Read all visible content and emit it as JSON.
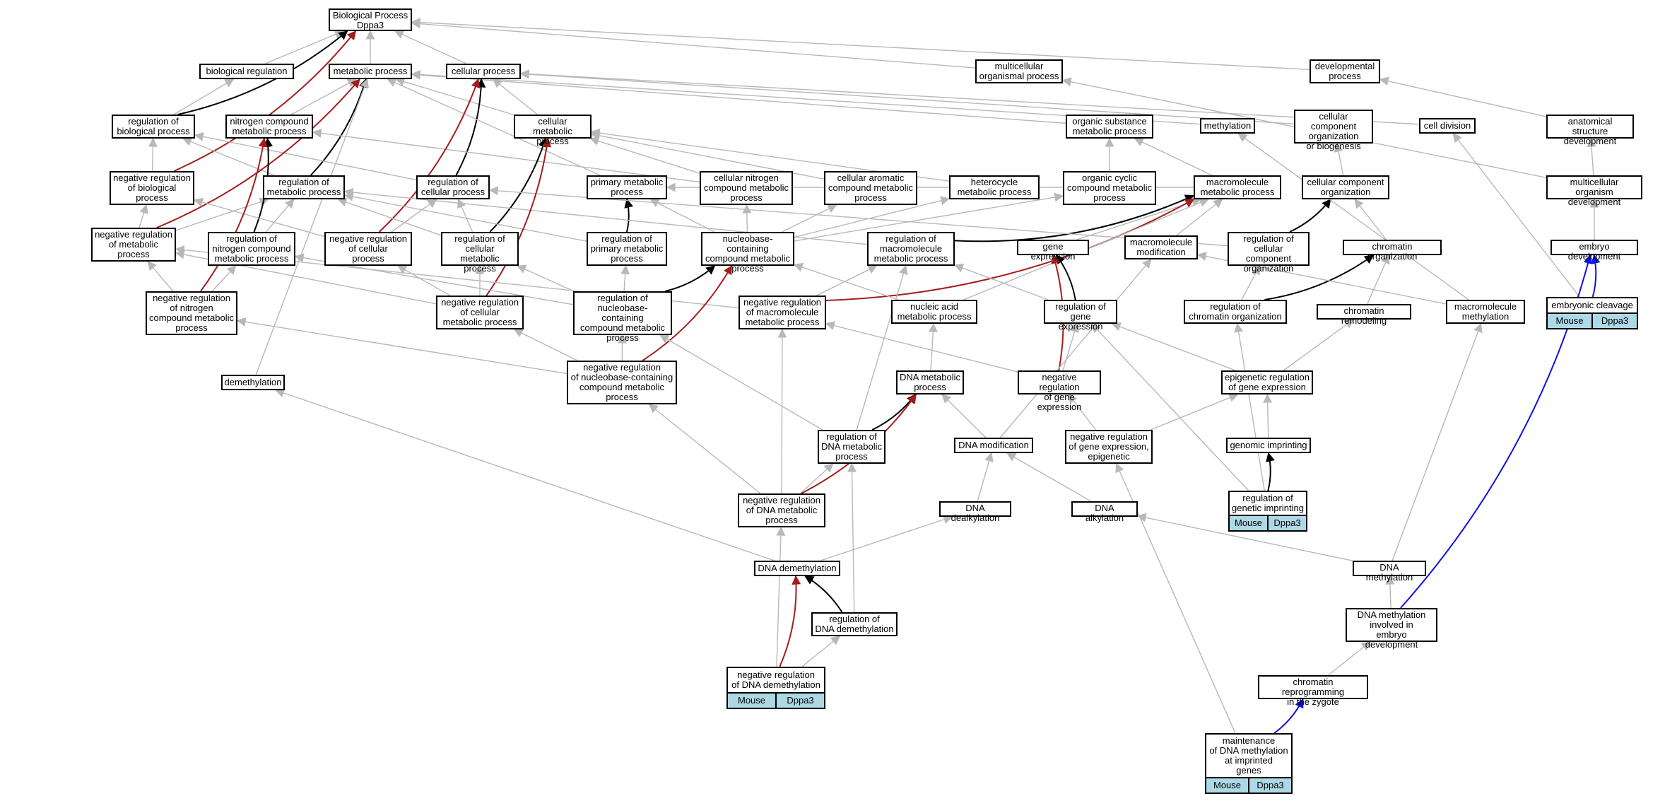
{
  "colors": {
    "is_a": "#b8b8b8",
    "positively_regulates": "#000000",
    "negatively_regulates": "#a51c1c",
    "part_of": "#1010e0",
    "annotation_fill": "#add8e6"
  },
  "annotation": {
    "organism": "Mouse",
    "gene": "Dppa3"
  },
  "nodes": [
    {
      "id": "bp",
      "label": "Biological Process\nDppa3"
    },
    {
      "id": "biol_reg",
      "label": "biological regulation"
    },
    {
      "id": "metab",
      "label": "metabolic process"
    },
    {
      "id": "cellproc",
      "label": "cellular process"
    },
    {
      "id": "mcorg",
      "label": "multicellular\norganismal process"
    },
    {
      "id": "devproc",
      "label": "developmental\nprocess"
    },
    {
      "id": "reg_biol",
      "label": "regulation of\nbiological process"
    },
    {
      "id": "nitro",
      "label": "nitrogen compound\nmetabolic process"
    },
    {
      "id": "cellmetab",
      "label": "cellular metabolic\nprocess"
    },
    {
      "id": "orgsub",
      "label": "organic substance\nmetabolic process"
    },
    {
      "id": "methyl",
      "label": "methylation"
    },
    {
      "id": "ccorg_bio",
      "label": "cellular component\norganization\nor biogenesis"
    },
    {
      "id": "celldiv",
      "label": "cell division"
    },
    {
      "id": "anat",
      "label": "anatomical structure\ndevelopment"
    },
    {
      "id": "negreg_biol",
      "label": "negative regulation\nof biological\nprocess"
    },
    {
      "id": "reg_metab",
      "label": "regulation of\nmetabolic process"
    },
    {
      "id": "reg_cell",
      "label": "regulation of\ncellular process"
    },
    {
      "id": "primary",
      "label": "primary metabolic\nprocess"
    },
    {
      "id": "cellnitro",
      "label": "cellular nitrogen\ncompound metabolic\nprocess"
    },
    {
      "id": "cellarom",
      "label": "cellular aromatic\ncompound metabolic\nprocess"
    },
    {
      "id": "hetero",
      "label": "heterocycle\nmetabolic process"
    },
    {
      "id": "orgcyc",
      "label": "organic cyclic\ncompound metabolic\nprocess"
    },
    {
      "id": "macro",
      "label": "macromolecule\nmetabolic process"
    },
    {
      "id": "ccorg",
      "label": "cellular component\norganization"
    },
    {
      "id": "mcdev",
      "label": "multicellular\norganism development"
    },
    {
      "id": "negreg_metab",
      "label": "negative regulation\nof metabolic\nprocess"
    },
    {
      "id": "reg_nitro",
      "label": "regulation of\nnitrogen compound\nmetabolic process"
    },
    {
      "id": "negreg_cell",
      "label": "negative regulation\nof cellular\nprocess"
    },
    {
      "id": "reg_cellmetab",
      "label": "regulation of\ncellular metabolic\nprocess"
    },
    {
      "id": "reg_primary",
      "label": "regulation of\nprimary metabolic\nprocess"
    },
    {
      "id": "nucbase",
      "label": "nucleobase-containing\ncompound metabolic\nprocess"
    },
    {
      "id": "reg_macro",
      "label": "regulation of\nmacromolecule\nmetabolic process"
    },
    {
      "id": "geneexp",
      "label": "gene expression"
    },
    {
      "id": "macromod",
      "label": "macromolecule\nmodification"
    },
    {
      "id": "reg_ccorg",
      "label": "regulation of\ncellular component\norganization"
    },
    {
      "id": "chromorg",
      "label": "chromatin organization"
    },
    {
      "id": "embdev",
      "label": "embryo development"
    },
    {
      "id": "negreg_nitro",
      "label": "negative regulation\nof nitrogen\ncompound metabolic\nprocess"
    },
    {
      "id": "negreg_cellmetab",
      "label": "negative regulation\nof cellular\nmetabolic process"
    },
    {
      "id": "reg_nucbase",
      "label": "regulation of\nnucleobase-containing\ncompound metabolic\nprocess"
    },
    {
      "id": "negreg_macro",
      "label": "negative regulation\nof macromolecule\nmetabolic process"
    },
    {
      "id": "nucacid",
      "label": "nucleic acid\nmetabolic process"
    },
    {
      "id": "reg_geneexp",
      "label": "regulation of\ngene expression"
    },
    {
      "id": "reg_chromorg",
      "label": "regulation of\nchromatin organization"
    },
    {
      "id": "chromremod",
      "label": "chromatin remodeling"
    },
    {
      "id": "macromethyl",
      "label": "macromolecule\nmethylation"
    },
    {
      "id": "embcleav",
      "label": "embryonic cleavage",
      "annotated": true
    },
    {
      "id": "demeth",
      "label": "demethylation"
    },
    {
      "id": "negreg_nucbase",
      "label": "negative regulation\nof nucleobase-containing\ncompound metabolic\nprocess"
    },
    {
      "id": "dnametab",
      "label": "DNA metabolic\nprocess"
    },
    {
      "id": "negreg_geneexp",
      "label": "negative regulation\nof gene expression"
    },
    {
      "id": "epigen",
      "label": "epigenetic regulation\nof gene expression"
    },
    {
      "id": "reg_dnametab",
      "label": "regulation of\nDNA metabolic\nprocess"
    },
    {
      "id": "dnamod",
      "label": "DNA modification"
    },
    {
      "id": "negreg_geneexp_epi",
      "label": "negative regulation\nof gene expression,\nepigenetic"
    },
    {
      "id": "genimprint",
      "label": "genomic imprinting"
    },
    {
      "id": "negreg_dnametab",
      "label": "negative regulation\nof DNA metabolic\nprocess"
    },
    {
      "id": "dnadealk",
      "label": "DNA dealkylation"
    },
    {
      "id": "dnaalk",
      "label": "DNA alkylation"
    },
    {
      "id": "reg_genimprint",
      "label": "regulation of\ngenetic imprinting",
      "annotated": true
    },
    {
      "id": "dnademeth",
      "label": "DNA demethylation"
    },
    {
      "id": "dnamethyl",
      "label": "DNA methylation"
    },
    {
      "id": "reg_dnademeth",
      "label": "regulation of\nDNA demethylation"
    },
    {
      "id": "dnamethyl_emb",
      "label": "DNA methylation\ninvolved in\nembryo development"
    },
    {
      "id": "negreg_dnademeth",
      "label": "negative regulation\nof DNA demethylation",
      "annotated": true
    },
    {
      "id": "chromrepro",
      "label": "chromatin reprogramming\nin the zygote"
    },
    {
      "id": "maint",
      "label": "maintenance\nof DNA methylation\nat imprinted\ngenes",
      "annotated": true
    }
  ],
  "edges": [
    {
      "from": "biol_reg",
      "to": "bp",
      "type": "is_a"
    },
    {
      "from": "metab",
      "to": "bp",
      "type": "is_a"
    },
    {
      "from": "cellproc",
      "to": "bp",
      "type": "is_a"
    },
    {
      "from": "mcorg",
      "to": "bp",
      "type": "is_a"
    },
    {
      "from": "devproc",
      "to": "bp",
      "type": "is_a"
    },
    {
      "from": "reg_biol",
      "to": "biol_reg",
      "type": "is_a"
    },
    {
      "from": "reg_biol",
      "to": "bp",
      "type": "positively_regulates"
    },
    {
      "from": "negreg_biol",
      "to": "reg_biol",
      "type": "is_a"
    },
    {
      "from": "negreg_biol",
      "to": "bp",
      "type": "negatively_regulates"
    },
    {
      "from": "nitro",
      "to": "metab",
      "type": "is_a"
    },
    {
      "from": "cellmetab",
      "to": "metab",
      "type": "is_a"
    },
    {
      "from": "cellmetab",
      "to": "cellproc",
      "type": "is_a"
    },
    {
      "from": "orgsub",
      "to": "metab",
      "type": "is_a"
    },
    {
      "from": "methyl",
      "to": "metab",
      "type": "is_a"
    },
    {
      "from": "ccorg_bio",
      "to": "cellproc",
      "type": "is_a"
    },
    {
      "from": "celldiv",
      "to": "cellproc",
      "type": "is_a"
    },
    {
      "from": "anat",
      "to": "devproc",
      "type": "is_a"
    },
    {
      "from": "mcdev",
      "to": "mcorg",
      "type": "is_a"
    },
    {
      "from": "mcdev",
      "to": "anat",
      "type": "is_a"
    },
    {
      "from": "embdev",
      "to": "mcdev",
      "type": "is_a"
    },
    {
      "from": "reg_metab",
      "to": "reg_biol",
      "type": "is_a"
    },
    {
      "from": "reg_metab",
      "to": "metab",
      "type": "positively_regulates"
    },
    {
      "from": "reg_cell",
      "to": "reg_biol",
      "type": "is_a"
    },
    {
      "from": "reg_cell",
      "to": "cellproc",
      "type": "positively_regulates"
    },
    {
      "from": "primary",
      "to": "metab",
      "type": "is_a"
    },
    {
      "from": "cellnitro",
      "to": "nitro",
      "type": "is_a"
    },
    {
      "from": "cellnitro",
      "to": "cellmetab",
      "type": "is_a"
    },
    {
      "from": "cellarom",
      "to": "cellmetab",
      "type": "is_a"
    },
    {
      "from": "hetero",
      "to": "cellmetab",
      "type": "is_a"
    },
    {
      "from": "orgcyc",
      "to": "orgsub",
      "type": "is_a"
    },
    {
      "from": "macro",
      "to": "orgsub",
      "type": "is_a"
    },
    {
      "from": "macro",
      "to": "primary",
      "type": "is_a"
    },
    {
      "from": "ccorg",
      "to": "ccorg_bio",
      "type": "is_a"
    },
    {
      "from": "negreg_metab",
      "to": "negreg_biol",
      "type": "is_a"
    },
    {
      "from": "negreg_metab",
      "to": "reg_metab",
      "type": "is_a"
    },
    {
      "from": "negreg_metab",
      "to": "metab",
      "type": "negatively_regulates"
    },
    {
      "from": "reg_nitro",
      "to": "reg_metab",
      "type": "is_a"
    },
    {
      "from": "reg_nitro",
      "to": "nitro",
      "type": "positively_regulates"
    },
    {
      "from": "negreg_cell",
      "to": "negreg_biol",
      "type": "is_a"
    },
    {
      "from": "negreg_cell",
      "to": "reg_cell",
      "type": "is_a"
    },
    {
      "from": "negreg_cell",
      "to": "cellproc",
      "type": "negatively_regulates"
    },
    {
      "from": "reg_cellmetab",
      "to": "reg_metab",
      "type": "is_a"
    },
    {
      "from": "reg_cellmetab",
      "to": "reg_cell",
      "type": "is_a"
    },
    {
      "from": "reg_cellmetab",
      "to": "cellmetab",
      "type": "positively_regulates"
    },
    {
      "from": "reg_primary",
      "to": "reg_metab",
      "type": "is_a"
    },
    {
      "from": "reg_primary",
      "to": "primary",
      "type": "positively_regulates"
    },
    {
      "from": "nucbase",
      "to": "cellnitro",
      "type": "is_a"
    },
    {
      "from": "nucbase",
      "to": "cellarom",
      "type": "is_a"
    },
    {
      "from": "nucbase",
      "to": "hetero",
      "type": "is_a"
    },
    {
      "from": "nucbase",
      "to": "orgcyc",
      "type": "is_a"
    },
    {
      "from": "nucbase",
      "to": "primary",
      "type": "is_a"
    },
    {
      "from": "reg_macro",
      "to": "reg_metab",
      "type": "is_a"
    },
    {
      "from": "reg_macro",
      "to": "macro",
      "type": "positively_regulates"
    },
    {
      "from": "geneexp",
      "to": "macro",
      "type": "is_a"
    },
    {
      "from": "macromod",
      "to": "macro",
      "type": "is_a"
    },
    {
      "from": "reg_ccorg",
      "to": "reg_cell",
      "type": "is_a"
    },
    {
      "from": "reg_ccorg",
      "to": "ccorg",
      "type": "positively_regulates"
    },
    {
      "from": "chromorg",
      "to": "ccorg",
      "type": "is_a"
    },
    {
      "from": "negreg_nitro",
      "to": "negreg_metab",
      "type": "is_a"
    },
    {
      "from": "negreg_nitro",
      "to": "reg_nitro",
      "type": "is_a"
    },
    {
      "from": "negreg_nitro",
      "to": "nitro",
      "type": "negatively_regulates"
    },
    {
      "from": "negreg_cellmetab",
      "to": "negreg_metab",
      "type": "is_a"
    },
    {
      "from": "negreg_cellmetab",
      "to": "negreg_cell",
      "type": "is_a"
    },
    {
      "from": "negreg_cellmetab",
      "to": "reg_cellmetab",
      "type": "is_a"
    },
    {
      "from": "negreg_cellmetab",
      "to": "cellmetab",
      "type": "negatively_regulates"
    },
    {
      "from": "reg_nucbase",
      "to": "reg_cellmetab",
      "type": "is_a"
    },
    {
      "from": "reg_nucbase",
      "to": "reg_primary",
      "type": "is_a"
    },
    {
      "from": "reg_nucbase",
      "to": "reg_nitro",
      "type": "is_a"
    },
    {
      "from": "reg_nucbase",
      "to": "nucbase",
      "type": "positively_regulates"
    },
    {
      "from": "negreg_macro",
      "to": "negreg_metab",
      "type": "is_a"
    },
    {
      "from": "negreg_macro",
      "to": "reg_macro",
      "type": "is_a"
    },
    {
      "from": "negreg_macro",
      "to": "macro",
      "type": "negatively_regulates"
    },
    {
      "from": "nucacid",
      "to": "nucbase",
      "type": "is_a"
    },
    {
      "from": "nucacid",
      "to": "macro",
      "type": "is_a"
    },
    {
      "from": "reg_geneexp",
      "to": "reg_macro",
      "type": "is_a"
    },
    {
      "from": "reg_geneexp",
      "to": "geneexp",
      "type": "positively_regulates"
    },
    {
      "from": "reg_chromorg",
      "to": "reg_ccorg",
      "type": "is_a"
    },
    {
      "from": "reg_chromorg",
      "to": "chromorg",
      "type": "positively_regulates"
    },
    {
      "from": "chromremod",
      "to": "chromorg",
      "type": "is_a"
    },
    {
      "from": "macromethyl",
      "to": "methyl",
      "type": "is_a"
    },
    {
      "from": "macromethyl",
      "to": "macromod",
      "type": "is_a"
    },
    {
      "from": "embcleav",
      "to": "embdev",
      "type": "part_of"
    },
    {
      "from": "embcleav",
      "to": "celldiv",
      "type": "is_a"
    },
    {
      "from": "demeth",
      "to": "metab",
      "type": "is_a"
    },
    {
      "from": "negreg_nucbase",
      "to": "negreg_nitro",
      "type": "is_a"
    },
    {
      "from": "negreg_nucbase",
      "to": "negreg_cellmetab",
      "type": "is_a"
    },
    {
      "from": "negreg_nucbase",
      "to": "reg_nucbase",
      "type": "is_a"
    },
    {
      "from": "negreg_nucbase",
      "to": "nucbase",
      "type": "negatively_regulates"
    },
    {
      "from": "dnametab",
      "to": "nucacid",
      "type": "is_a"
    },
    {
      "from": "negreg_geneexp",
      "to": "negreg_macro",
      "type": "is_a"
    },
    {
      "from": "negreg_geneexp",
      "to": "reg_geneexp",
      "type": "is_a"
    },
    {
      "from": "negreg_geneexp",
      "to": "geneexp",
      "type": "negatively_regulates"
    },
    {
      "from": "epigen",
      "to": "reg_geneexp",
      "type": "is_a"
    },
    {
      "from": "epigen",
      "to": "chromremod",
      "type": "is_a"
    },
    {
      "from": "reg_dnametab",
      "to": "reg_nucbase",
      "type": "is_a"
    },
    {
      "from": "reg_dnametab",
      "to": "reg_macro",
      "type": "is_a"
    },
    {
      "from": "reg_dnametab",
      "to": "dnametab",
      "type": "positively_regulates"
    },
    {
      "from": "dnamod",
      "to": "dnametab",
      "type": "is_a"
    },
    {
      "from": "dnamod",
      "to": "macromod",
      "type": "is_a"
    },
    {
      "from": "negreg_geneexp_epi",
      "to": "negreg_geneexp",
      "type": "is_a"
    },
    {
      "from": "negreg_geneexp_epi",
      "to": "epigen",
      "type": "is_a"
    },
    {
      "from": "genimprint",
      "to": "epigen",
      "type": "is_a"
    },
    {
      "from": "negreg_dnametab",
      "to": "negreg_nucbase",
      "type": "is_a"
    },
    {
      "from": "negreg_dnametab",
      "to": "negreg_macro",
      "type": "is_a"
    },
    {
      "from": "negreg_dnametab",
      "to": "reg_dnametab",
      "type": "is_a"
    },
    {
      "from": "negreg_dnametab",
      "to": "dnametab",
      "type": "negatively_regulates"
    },
    {
      "from": "dnadealk",
      "to": "dnamod",
      "type": "is_a"
    },
    {
      "from": "dnaalk",
      "to": "dnamod",
      "type": "is_a"
    },
    {
      "from": "reg_genimprint",
      "to": "genimprint",
      "type": "positively_regulates"
    },
    {
      "from": "reg_genimprint",
      "to": "reg_geneexp",
      "type": "is_a"
    },
    {
      "from": "reg_genimprint",
      "to": "reg_chromorg",
      "type": "is_a"
    },
    {
      "from": "dnademeth",
      "to": "dnadealk",
      "type": "is_a"
    },
    {
      "from": "dnademeth",
      "to": "demeth",
      "type": "is_a"
    },
    {
      "from": "dnamethyl",
      "to": "dnaalk",
      "type": "is_a"
    },
    {
      "from": "dnamethyl",
      "to": "macromethyl",
      "type": "is_a"
    },
    {
      "from": "reg_dnademeth",
      "to": "dnademeth",
      "type": "positively_regulates"
    },
    {
      "from": "reg_dnademeth",
      "to": "reg_dnametab",
      "type": "is_a"
    },
    {
      "from": "dnamethyl_emb",
      "to": "dnamethyl",
      "type": "is_a"
    },
    {
      "from": "dnamethyl_emb",
      "to": "embdev",
      "type": "part_of"
    },
    {
      "from": "negreg_dnademeth",
      "to": "reg_dnademeth",
      "type": "is_a"
    },
    {
      "from": "negreg_dnademeth",
      "to": "negreg_dnametab",
      "type": "is_a"
    },
    {
      "from": "negreg_dnademeth",
      "to": "dnademeth",
      "type": "negatively_regulates"
    },
    {
      "from": "chromrepro",
      "to": "dnamethyl_emb",
      "type": "is_a"
    },
    {
      "from": "maint",
      "to": "chromrepro",
      "type": "part_of"
    },
    {
      "from": "maint",
      "to": "negreg_geneexp_epi",
      "type": "is_a"
    }
  ]
}
